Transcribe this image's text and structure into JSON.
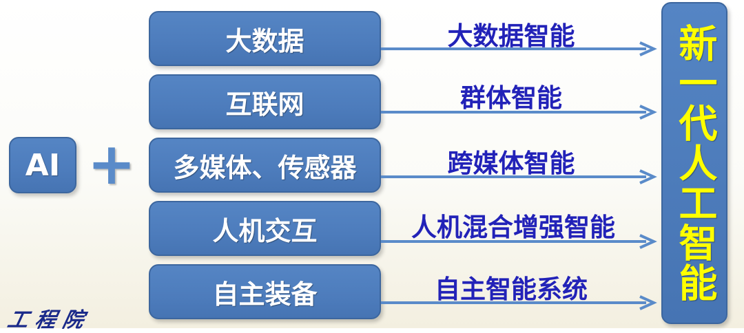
{
  "left": {
    "ai_label": "AI",
    "plus_symbol": "+"
  },
  "sources": [
    {
      "label": "大数据"
    },
    {
      "label": "互联网"
    },
    {
      "label": "多媒体、传感器"
    },
    {
      "label": "人机交互"
    },
    {
      "label": "自主装备"
    }
  ],
  "outcomes": [
    {
      "label": "大数据智能"
    },
    {
      "label": "群体智能"
    },
    {
      "label": "跨媒体智能"
    },
    {
      "label": "人机混合增强智能"
    },
    {
      "label": "自主智能系统"
    }
  ],
  "result": {
    "label": "新一代人工智能"
  },
  "watermark": {
    "text": "工程院"
  },
  "colors": {
    "box_blue": "#4d7cbc",
    "arrow_blue": "#5a8bc9",
    "outcome_text": "#2222b8",
    "result_text": "#ffff00"
  }
}
